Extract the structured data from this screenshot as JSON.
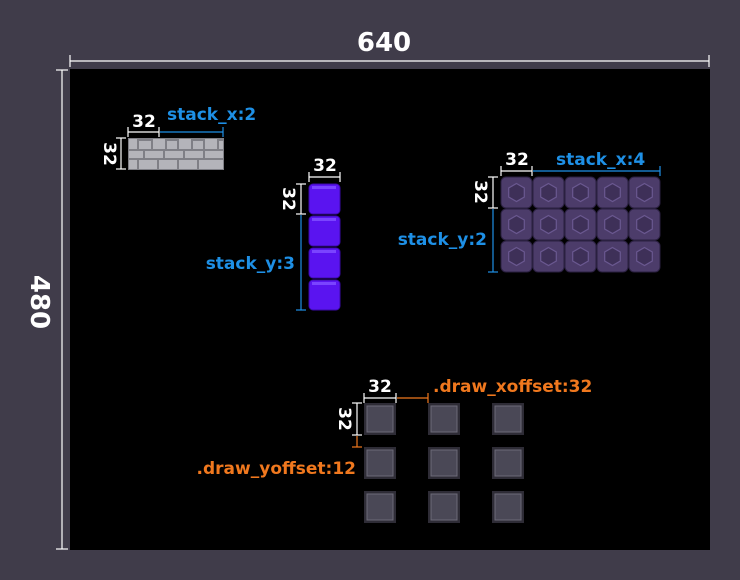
{
  "canvas": {
    "width_label": "640",
    "height_label": "480"
  },
  "brick_example": {
    "tile_w_label": "32",
    "tile_h_label": "32",
    "stack_label": "stack_x:2"
  },
  "purple_column_example": {
    "tile_w_label": "32",
    "tile_h_label": "32",
    "stack_label": "stack_y:3"
  },
  "hex_grid_example": {
    "tile_w_label": "32",
    "tile_h_label": "32",
    "stack_x_label": "stack_x:4",
    "stack_y_label": "stack_y:2"
  },
  "offset_example": {
    "tile_w_label": "32",
    "tile_h_label": "32",
    "xoffset_label": ".draw_xoffset:32",
    "yoffset_label": ".draw_yoffset:12"
  },
  "colors": {
    "background": "#403c4a",
    "canvas": "#000000",
    "dimension": "#ffffff",
    "stack": "#1e90e6",
    "offset": "#f0781e",
    "brick": "#a9a9a9",
    "purple_block": "#5a14f0",
    "hex_tile": "#4c3c6a",
    "square_tile": "#4a4856"
  }
}
